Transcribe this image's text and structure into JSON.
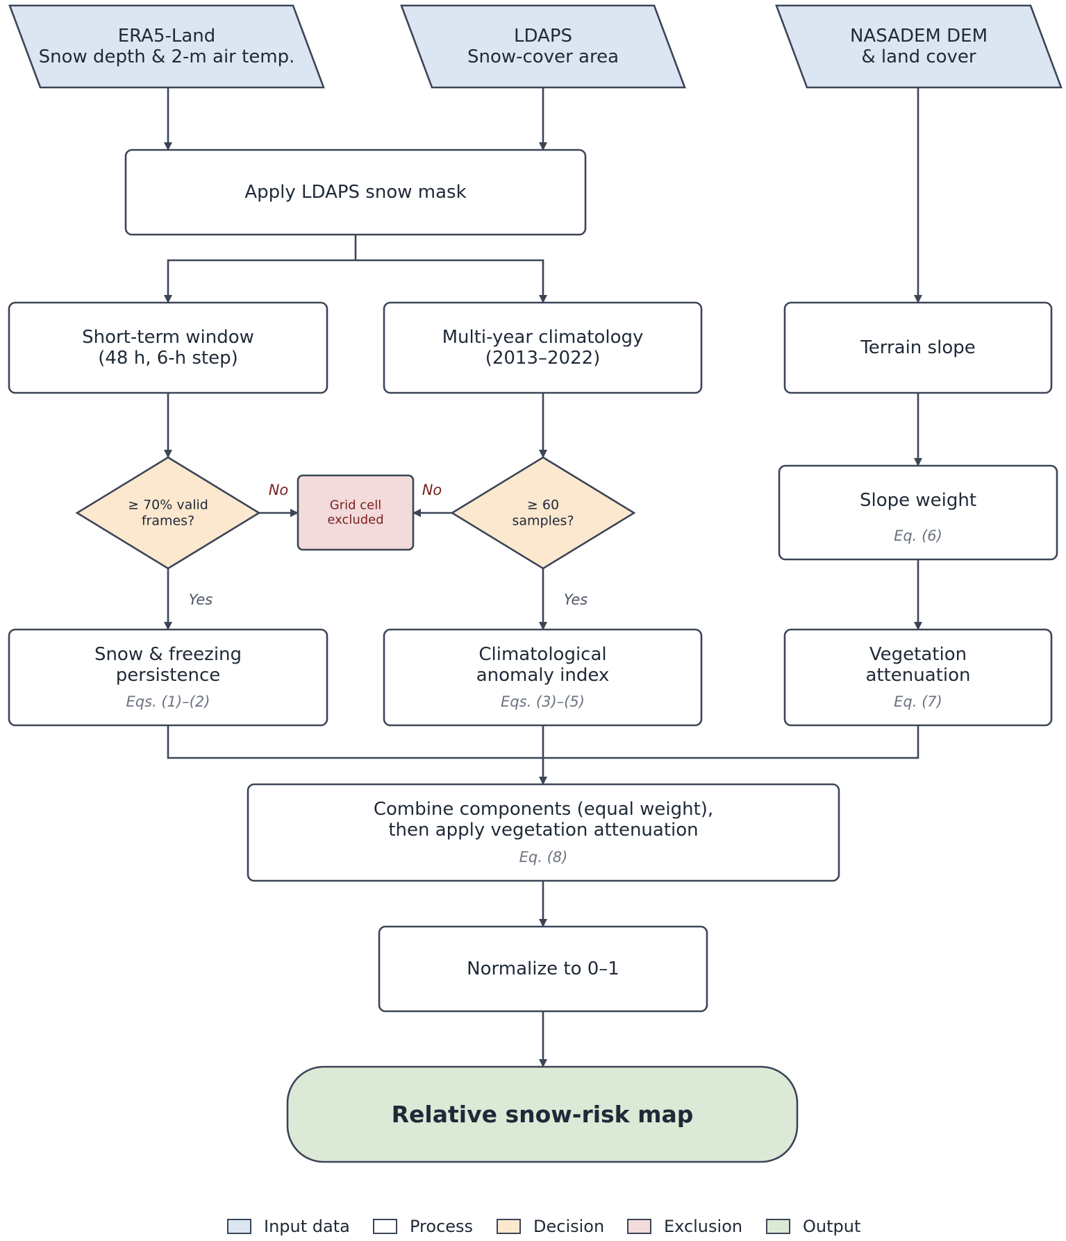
{
  "colors": {
    "input": "#dce6f2",
    "process": "#ffffff",
    "decision": "#fbe8cf",
    "exclusion": "#f3dadb",
    "output": "#dce9d6",
    "stroke": "#3b4556"
  },
  "nodes": {
    "era5": {
      "lines": [
        "ERA5-Land",
        "Snow depth & 2-m air temp."
      ]
    },
    "ldaps_in": {
      "lines": [
        "LDAPS",
        "Snow-cover area"
      ]
    },
    "nasadem": {
      "lines": [
        "NASADEM DEM",
        "& land cover"
      ]
    },
    "mask": {
      "lines": [
        "Apply LDAPS snow mask"
      ]
    },
    "short_term": {
      "lines": [
        "Short-term window",
        "(48 h, 6-h step)"
      ]
    },
    "climatology": {
      "lines": [
        "Multi-year climatology",
        "(2013–2022)"
      ]
    },
    "slope": {
      "lines": [
        "Terrain slope"
      ]
    },
    "dec_valid": {
      "lines": [
        "≥ 70% valid",
        "frames?"
      ]
    },
    "excluded": {
      "lines": [
        "Grid cell",
        "excluded"
      ]
    },
    "dec_samples": {
      "lines": [
        "≥ 60",
        "samples?"
      ]
    },
    "slope_weight": {
      "lines": [
        "Slope weight"
      ],
      "eq": "Eq. (6)"
    },
    "persistence": {
      "lines": [
        "Snow & freezing",
        "persistence"
      ],
      "eq": "Eqs. (1)–(2)"
    },
    "anomaly": {
      "lines": [
        "Climatological",
        "anomaly index"
      ],
      "eq": "Eqs. (3)–(5)"
    },
    "vegetation": {
      "lines": [
        "Vegetation",
        "attenuation"
      ],
      "eq": "Eq. (7)"
    },
    "combine": {
      "lines": [
        "Combine components (equal weight),",
        "then apply vegetation attenuation"
      ],
      "eq": "Eq. (8)"
    },
    "normalize": {
      "lines": [
        "Normalize to 0–1"
      ]
    },
    "output": {
      "lines": [
        "Relative snow-risk map"
      ]
    }
  },
  "edge_labels": {
    "no": "No",
    "yes": "Yes"
  },
  "legend": [
    {
      "label": "Input data",
      "kind": "input"
    },
    {
      "label": "Process",
      "kind": "process"
    },
    {
      "label": "Decision",
      "kind": "decision"
    },
    {
      "label": "Exclusion",
      "kind": "exclusion"
    },
    {
      "label": "Output",
      "kind": "output"
    }
  ]
}
